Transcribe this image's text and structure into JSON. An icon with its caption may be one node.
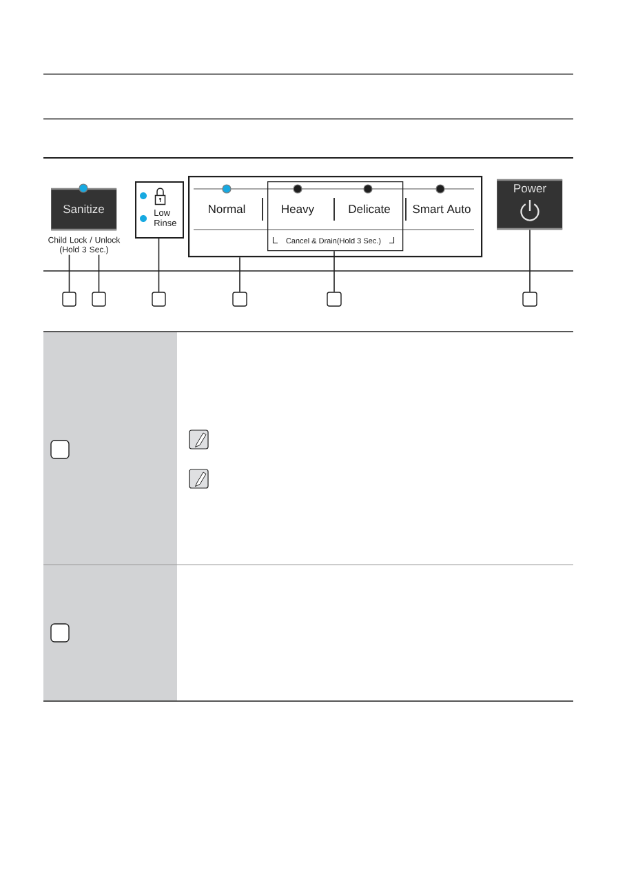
{
  "diagram": {
    "nodes": [
      {
        "text": [
          "Sanitize"
        ]
      },
      {
        "text": [
          "Child Lock / Unlock (Hold 3 Sec.)"
        ]
      },
      {
        "text": [
          "Low Rinse"
        ]
      },
      {
        "text": [
          "Normal",
          "Smart Auto"
        ]
      },
      {
        "text": [
          "Heavy",
          "Delicate",
          "Cancel & Drain(Hold 3 Sec.)"
        ],
        "in": 3
      },
      {
        "text": [
          "Power"
        ]
      },
      {
        "text": [],
        "shape": "box"
      },
      {
        "text": [],
        "shape": "box"
      },
      {
        "text": [],
        "shape": "box"
      },
      {
        "text": [],
        "shape": "box"
      },
      {
        "text": [],
        "shape": "box"
      },
      {
        "text": [],
        "shape": "box"
      },
      {
        "text": [],
        "shape": "box"
      },
      {
        "text": [],
        "shape": "box"
      }
    ],
    "edges": [
      {
        "from": 6,
        "to": 1,
        "arrow": "none"
      },
      {
        "from": 7,
        "to": 1,
        "arrow": "none"
      },
      {
        "from": 8,
        "to": 2,
        "arrow": "none"
      },
      {
        "from": 9,
        "to": 3,
        "arrow": "none"
      },
      {
        "from": 10,
        "to": 4,
        "arrow": "none"
      },
      {
        "from": 11,
        "to": 5,
        "arrow": "none"
      }
    ]
  }
}
